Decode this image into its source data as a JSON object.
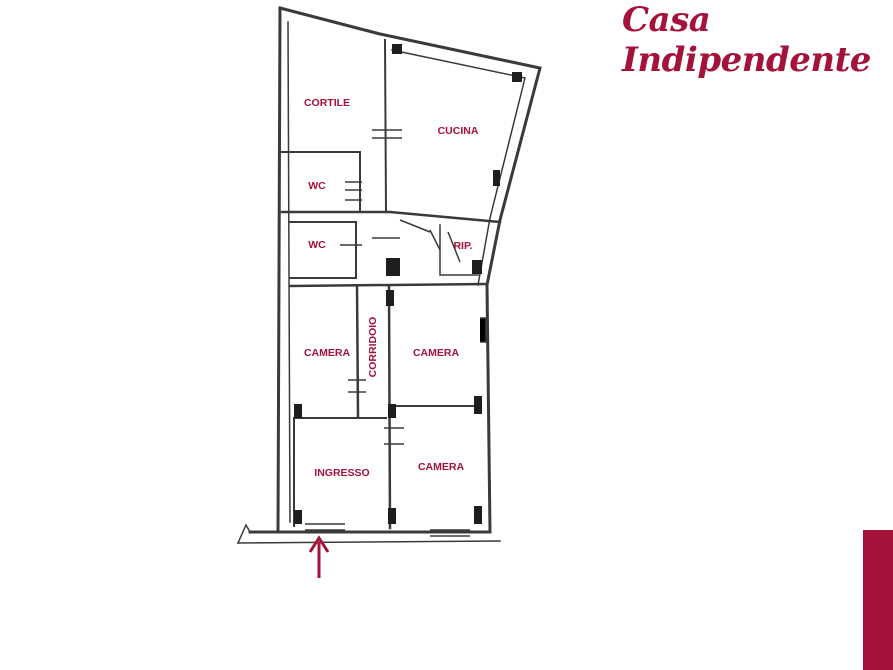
{
  "header": {
    "title": "Casa Indipendente"
  },
  "colors": {
    "accent": "#a4123a",
    "wall": "#3a3a3a",
    "pillar": "#1e1e1e"
  },
  "rooms": {
    "cortile": "CORTILE",
    "cucina": "CUCINA",
    "wc_top": "WC",
    "wc_bottom": "WC",
    "rip": "RIP.",
    "corridoio": "CORRIDOIO",
    "camera_left": "CAMERA",
    "camera_right": "CAMERA",
    "ingresso": "INGRESSO",
    "camera_bottom_right": "CAMERA"
  },
  "icons": {
    "entrance": "arrow-up-icon"
  }
}
